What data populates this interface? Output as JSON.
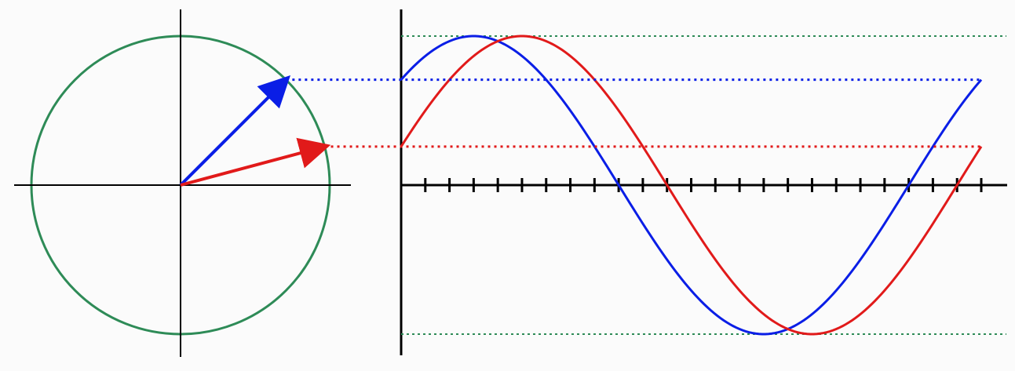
{
  "colors": {
    "background": "#fbfbfb",
    "axis": "#000000",
    "circle": "#2e8b57",
    "wave_blue": "#0a1ee6",
    "wave_red": "#e11a1a",
    "peak_guides": "#2e8b57"
  },
  "phasor_diagram": {
    "circle": {
      "radius": 1
    },
    "phasors": [
      {
        "name": "",
        "color_key": "wave_blue",
        "amplitude": 1,
        "phase_deg": 45
      },
      {
        "name": "",
        "color_key": "wave_red",
        "amplitude": 1,
        "phase_deg": 15
      }
    ]
  },
  "waveform_plot": {
    "amplitude": 1,
    "x_range_deg": [
      0,
      360
    ],
    "tick_count": 24,
    "series": [
      {
        "name": "",
        "color_key": "wave_blue",
        "phase_deg": 45
      },
      {
        "name": "",
        "color_key": "wave_red",
        "phase_deg": 15
      }
    ],
    "peak_guides": [
      1,
      -1
    ]
  }
}
